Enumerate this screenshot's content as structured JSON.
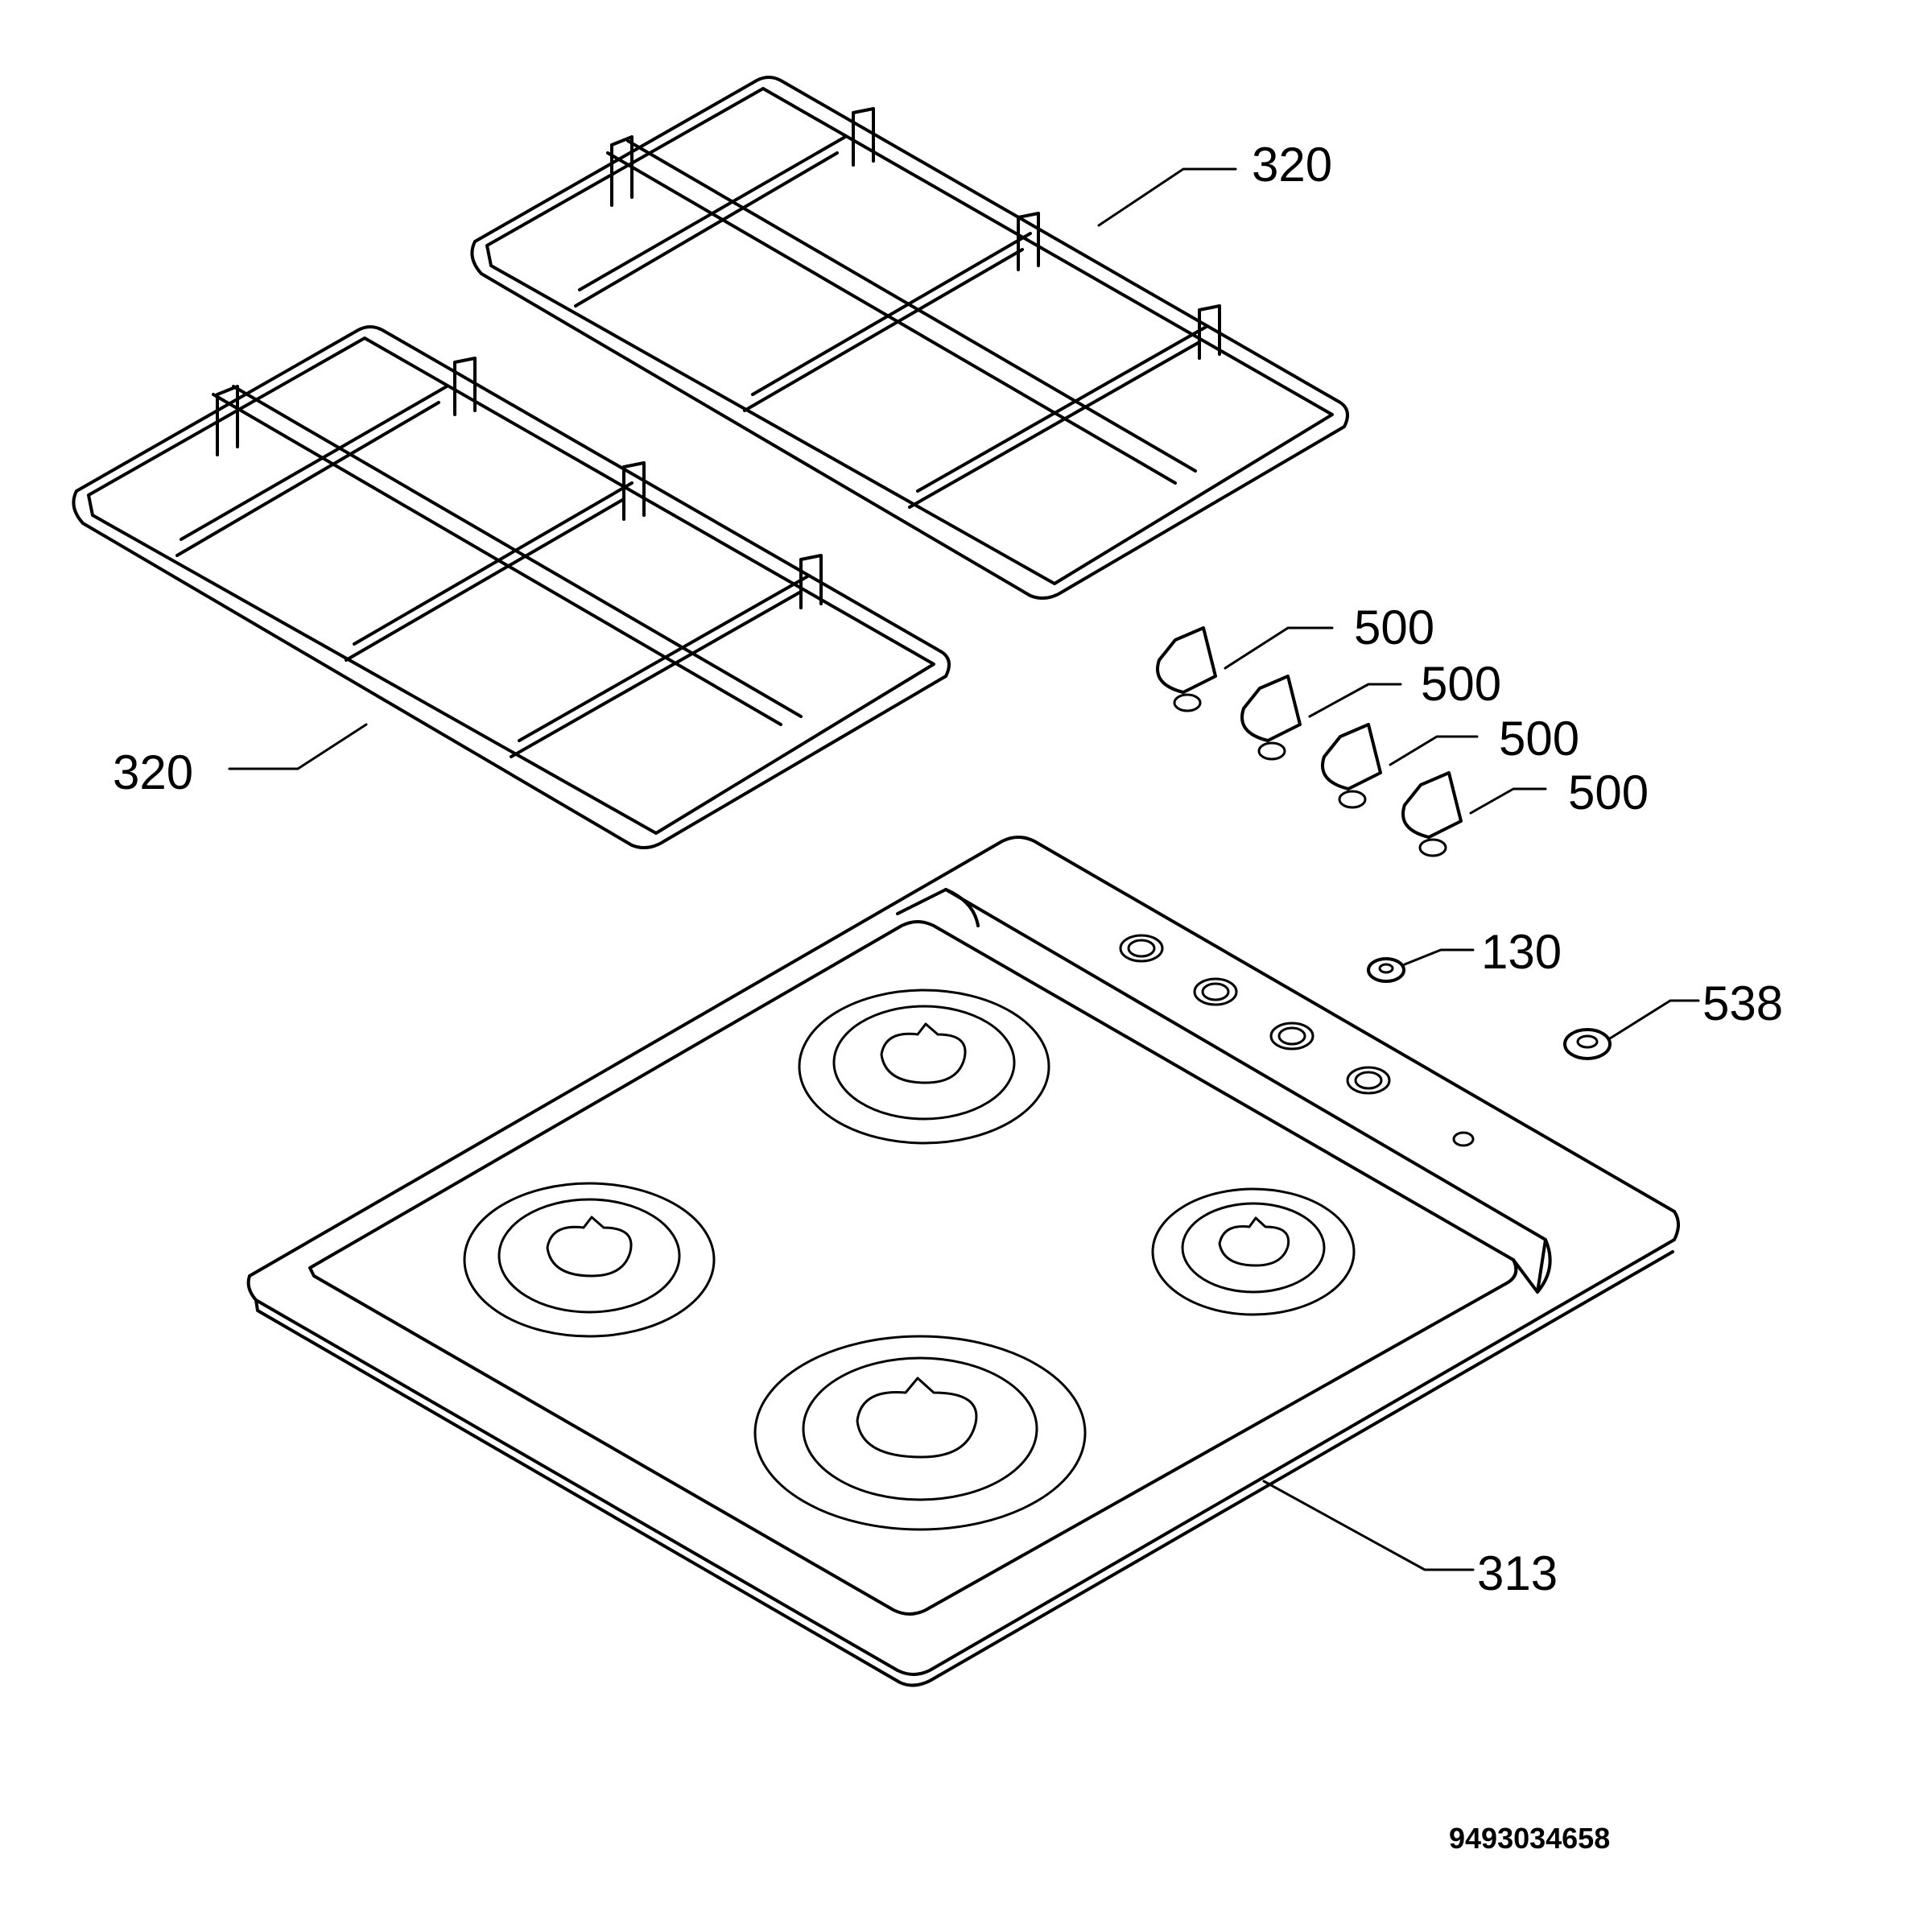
{
  "callouts": {
    "grate_top": "320",
    "grate_left": "320",
    "knob_1": "500",
    "knob_2": "500",
    "knob_3": "500",
    "knob_4": "500",
    "part_130": "130",
    "part_538": "538",
    "hob_top": "313"
  },
  "document_number": "9493034658",
  "colors": {
    "line": "#000000",
    "background": "#ffffff"
  }
}
